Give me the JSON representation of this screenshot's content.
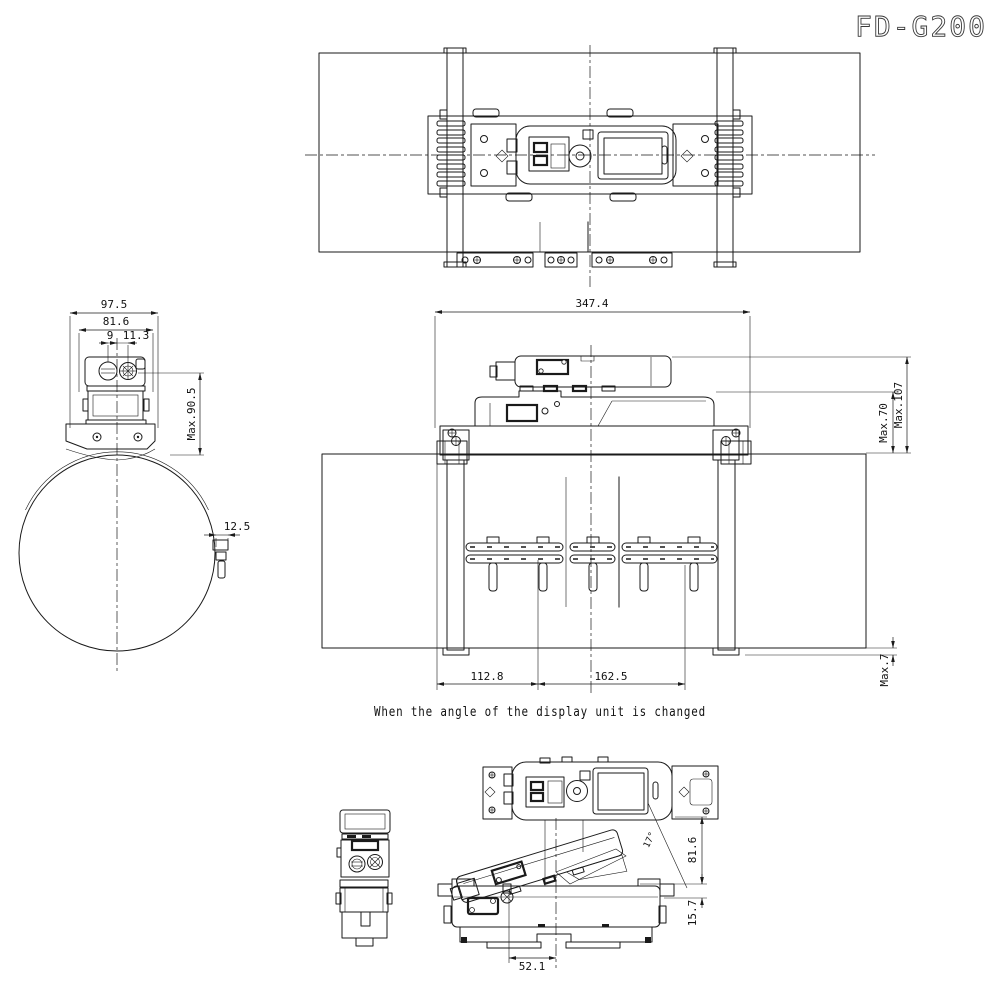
{
  "title": "FD-G200",
  "note": "When the angle of the display unit is changed",
  "dimensions": {
    "side_view": {
      "overall_width": "97.5",
      "body_width": "81.6",
      "connector_offset_left": "9",
      "connector_offset_right": "11.3",
      "max_height": "Max.90.5",
      "strap_screw_width": "12.5"
    },
    "front_view": {
      "overall_width": "347.4",
      "max_height_bracket": "Max.70",
      "max_height_overall": "Max.107",
      "mount_offset_left": "112.8",
      "mount_span": "162.5",
      "bottom_clearance": "Max.7"
    },
    "tilt_view": {
      "display_height": "81.6",
      "base_height": "15.7",
      "center_offset": "52.1",
      "tilt_angle": "17°"
    }
  }
}
